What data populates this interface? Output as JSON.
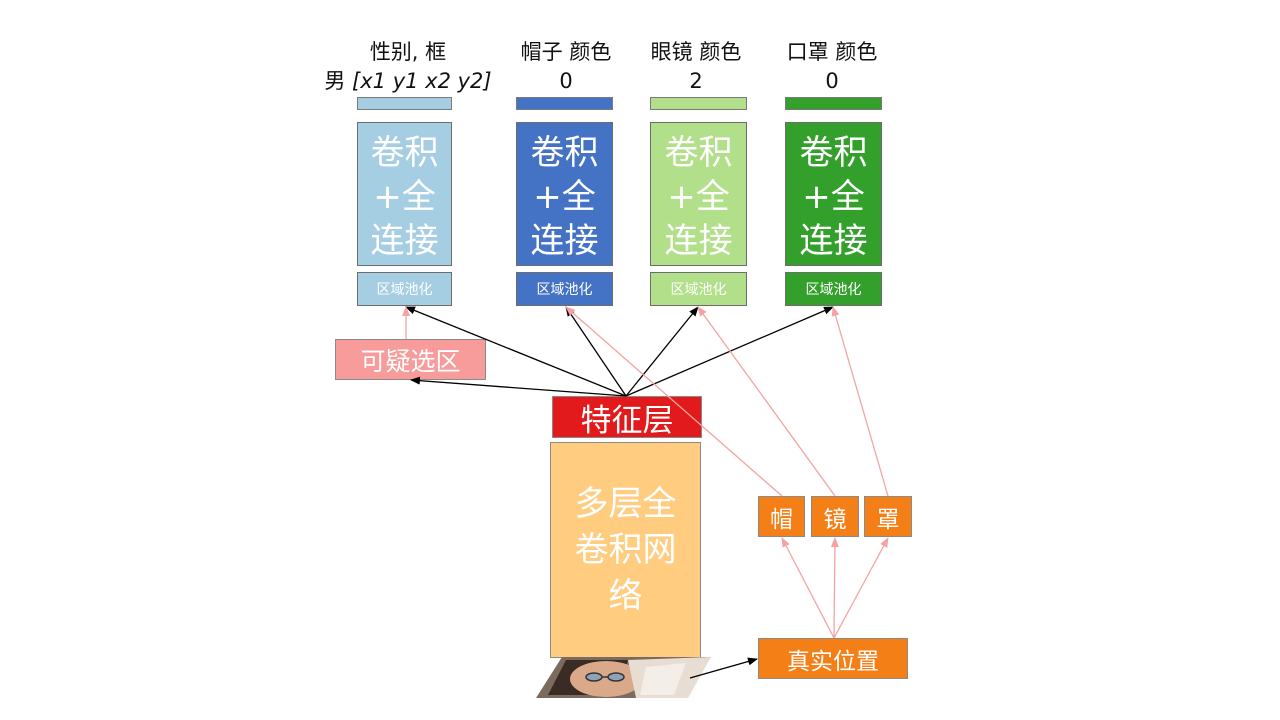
{
  "columns": [
    {
      "header_line1": "性别, 框",
      "header_line2_prefix": "男 ",
      "header_line2_italic": "[x1 y1 x2 y2]",
      "fc_lines": [
        "卷积",
        "+全",
        "连接"
      ],
      "pool": "区域池化",
      "color": "#A6CEE3"
    },
    {
      "header_line1": "帽子 颜色",
      "header_line2_prefix": "0",
      "header_line2_italic": "",
      "fc_lines": [
        "卷积",
        "+全",
        "连接"
      ],
      "pool": "区域池化",
      "color": "#4472C4"
    },
    {
      "header_line1": "眼镜 颜色",
      "header_line2_prefix": "2",
      "header_line2_italic": "",
      "fc_lines": [
        "卷积",
        "+全",
        "连接"
      ],
      "pool": "区域池化",
      "color": "#B2DF8A"
    },
    {
      "header_line1": "口罩 颜色",
      "header_line2_prefix": "0",
      "header_line2_italic": "",
      "fc_lines": [
        "卷积",
        "+全",
        "连接"
      ],
      "pool": "区域池化",
      "color": "#33A02C"
    }
  ],
  "proposal": {
    "label": "可疑选区",
    "color": "#F79B9B"
  },
  "feature_layer": {
    "label": "特征层",
    "color": "#E31A1C"
  },
  "backbone": {
    "lines": [
      "多层全",
      "卷积网",
      "络"
    ],
    "color": "#FFCC80"
  },
  "gt_parts": [
    {
      "label": "帽",
      "color": "#F57F17"
    },
    {
      "label": "镜",
      "color": "#F57F17"
    },
    {
      "label": "罩",
      "color": "#F57F17"
    }
  ],
  "ground_truth": {
    "label": "真实位置",
    "color": "#F57F17"
  },
  "colors": {
    "black_arrow": "#000000",
    "pink_arrow": "#F4A3A3"
  },
  "image": {
    "description_icon": "face-photo-icon"
  }
}
